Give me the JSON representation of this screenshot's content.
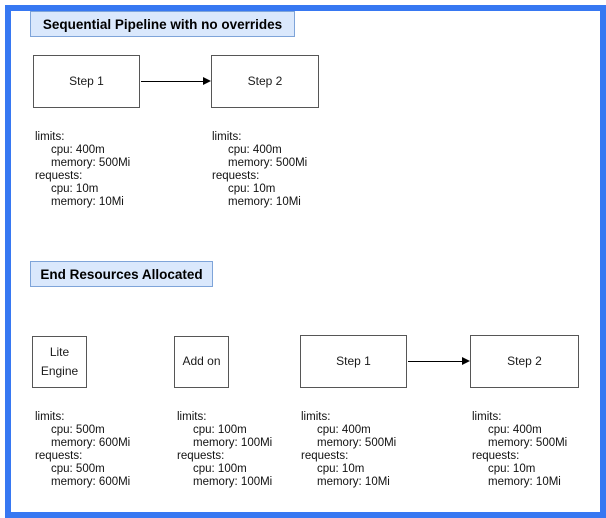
{
  "colors": {
    "frame_border": "#3778f2",
    "title_fill": "#dae8fc",
    "title_border": "#7ea4d9",
    "node_border": "#565656",
    "text": "#000000"
  },
  "section_pipeline": {
    "title": "Sequential Pipeline with no overrides",
    "nodes": [
      {
        "label": "Step 1"
      },
      {
        "label": "Step 2"
      }
    ],
    "resource_blocks": [
      {
        "lines": [
          "limits:",
          "cpu: 400m",
          "memory: 500Mi",
          "requests:",
          "cpu: 10m",
          "memory: 10Mi"
        ]
      },
      {
        "lines": [
          "limits:",
          "cpu: 400m",
          "memory: 500Mi",
          "requests:",
          "cpu: 10m",
          "memory: 10Mi"
        ]
      }
    ]
  },
  "section_end_resources": {
    "title": "End Resources Allocated",
    "nodes": [
      {
        "label": "Lite Engine"
      },
      {
        "label": "Add on"
      },
      {
        "label": "Step 1"
      },
      {
        "label": "Step 2"
      }
    ],
    "resource_blocks": [
      {
        "lines": [
          "limits:",
          "cpu: 500m",
          "memory: 600Mi",
          "requests:",
          "cpu: 500m",
          "memory: 600Mi"
        ]
      },
      {
        "lines": [
          "limits:",
          "cpu: 100m",
          "memory: 100Mi",
          "requests:",
          "cpu: 100m",
          "memory: 100Mi"
        ]
      },
      {
        "lines": [
          "limits:",
          "cpu: 400m",
          "memory: 500Mi",
          "requests:",
          "cpu: 10m",
          "memory: 10Mi"
        ]
      },
      {
        "lines": [
          "limits:",
          "cpu: 400m",
          "memory: 500Mi",
          "requests:",
          "cpu: 10m",
          "memory: 10Mi"
        ]
      }
    ]
  }
}
